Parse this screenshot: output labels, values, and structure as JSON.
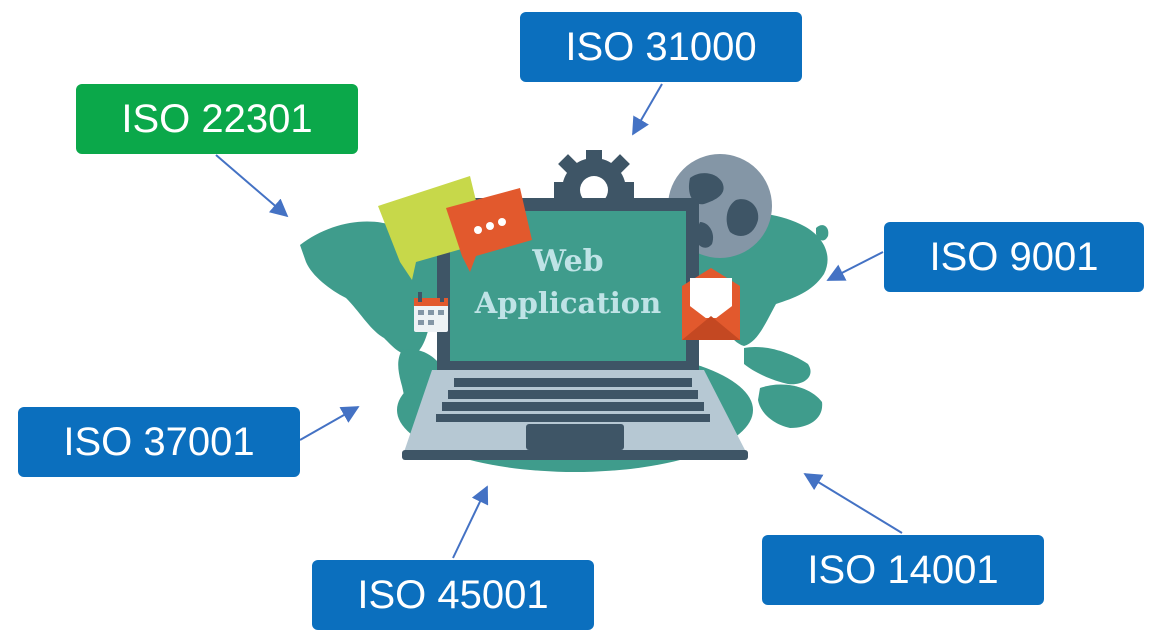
{
  "colors": {
    "standard_box": "#0b6fbe",
    "highlight_box": "#0ba84a",
    "arrow": "#4472c4"
  },
  "screen": {
    "line1": "Web",
    "line2": "Application"
  },
  "standards": {
    "iso_31000": "ISO 31000",
    "iso_22301": "ISO 22301",
    "iso_9001": "ISO 9001",
    "iso_37001": "ISO 37001",
    "iso_45001": "ISO 45001",
    "iso_14001": "ISO 14001"
  }
}
